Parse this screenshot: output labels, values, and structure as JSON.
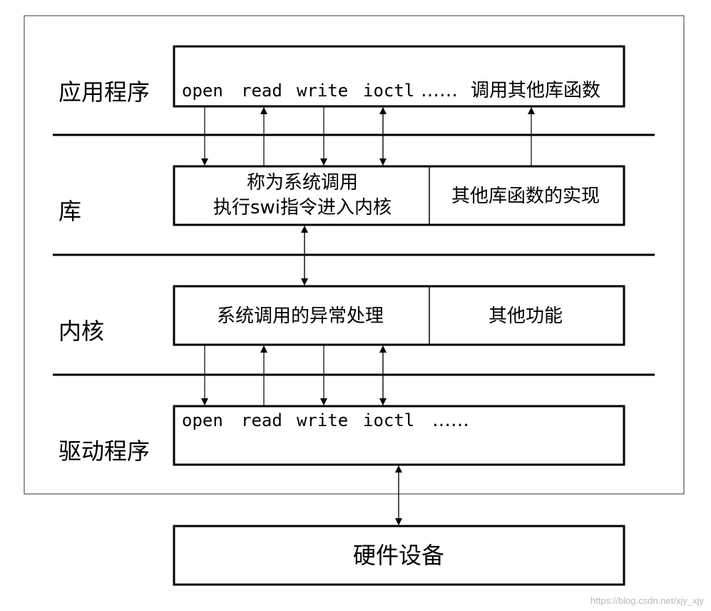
{
  "layers": {
    "app": "应用程序",
    "lib": "库",
    "kernel": "内核",
    "driver": "驱动程序"
  },
  "app_box": {
    "calls": [
      "open",
      "read",
      "write",
      "ioctl"
    ],
    "ellipsis": "……",
    "other": "调用其他库函数"
  },
  "lib_box": {
    "left_line1": "称为系统调用",
    "left_line2": "执行swi指令进入内核",
    "right": "其他库函数的实现"
  },
  "kernel_box": {
    "left": "系统调用的异常处理",
    "right": "其他功能"
  },
  "driver_box": {
    "calls": [
      "open",
      "read",
      "write",
      "ioctl"
    ],
    "ellipsis": "……"
  },
  "hardware": "硬件设备",
  "watermark": "https://blog.csdn.net/xjy_xjy"
}
